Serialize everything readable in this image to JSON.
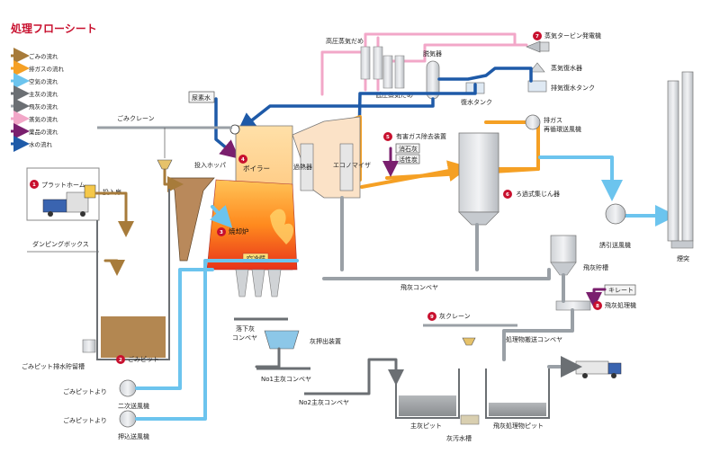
{
  "title": "処理フローシート",
  "colors": {
    "garbage": "#a77b3a",
    "exhaust": "#f5a024",
    "air": "#6cc4ee",
    "bottom_ash": "#6b6f73",
    "fly_ash": "#9aa0a6",
    "steam": "#f2a7c8",
    "chemical": "#7a1f6e",
    "water": "#1e5aa8",
    "marker": "#c8102e"
  },
  "legend": [
    {
      "label": "ごみの流れ",
      "color": "#a77b3a"
    },
    {
      "label": "排ガスの流れ",
      "color": "#f5a024"
    },
    {
      "label": "空気の流れ",
      "color": "#6cc4ee"
    },
    {
      "label": "主灰の流れ",
      "color": "#6b6f73"
    },
    {
      "label": "飛灰の流れ",
      "color": "#9aa0a6"
    },
    {
      "label": "蒸気の流れ",
      "color": "#f2a7c8"
    },
    {
      "label": "薬品の流れ",
      "color": "#7a1f6e"
    },
    {
      "label": "水の流れ",
      "color": "#1e5aa8"
    }
  ],
  "labels": {
    "platform": "プラットホーム",
    "platform_num": "1",
    "charging_door": "投入扉",
    "dumping_box": "ダンピングボックス",
    "crane": "ごみクレーン",
    "pit": "ごみピット",
    "pit_num": "2",
    "pit_water_tank": "ごみピット排水貯留槽",
    "from_pit_1": "ごみピットより",
    "from_pit_2": "ごみピットより",
    "fan2": "二次送風機",
    "fan1": "押込送風機",
    "hopper": "投入ホッパ",
    "urea": "尿素水",
    "boiler": "ボイラー",
    "boiler_num": "4",
    "furnace": "焼却炉",
    "furnace_num": "3",
    "coolant": "空冷壁",
    "superheater": "過熱器",
    "economizer": "エコノマイザ",
    "hp_drum": "高圧蒸気だめ",
    "lp_drum": "低圧蒸気だめ",
    "deaerator": "脱気器",
    "boiler_water_tank": "復水タンク",
    "turbine": "蒸気タービン発電機",
    "turbine_num": "7",
    "condenser": "蒸気復水器",
    "condensate_tank": "排気復水タンク",
    "gas_removal": "有害ガス除去装置",
    "gas_removal_num": "5",
    "slaked_lime": "消石灰",
    "activated_carbon": "活性炭",
    "bag_filter": "ろ過式集じん器",
    "bag_filter_num": "6",
    "recirc_fan": "排ガス\n再循環送風機",
    "recirc_fan_l1": "排ガス",
    "recirc_fan_l2": "再循環送風機",
    "induced_fan": "誘引送風機",
    "stack": "煙突",
    "fly_conveyor": "飛灰コンベヤ",
    "fly_silo": "飛灰貯槽",
    "chelate": "キレート",
    "fly_treat": "飛灰処理機",
    "fly_treat_num": "8",
    "ash_crane": "灰クレーン",
    "ash_crane_num": "9",
    "treated_conveyor": "処理物搬送コンベヤ",
    "falling_ash_l1": "落下灰",
    "falling_ash_l2": "コンベヤ",
    "ash_extractor": "灰押出装置",
    "no1_conveyor": "No1主灰コンベヤ",
    "no2_conveyor": "No2主灰コンベヤ",
    "ash_pit": "主灰ピット",
    "ash_water_tank": "灰汚水槽",
    "fly_pit": "飛灰処理物ピット"
  }
}
